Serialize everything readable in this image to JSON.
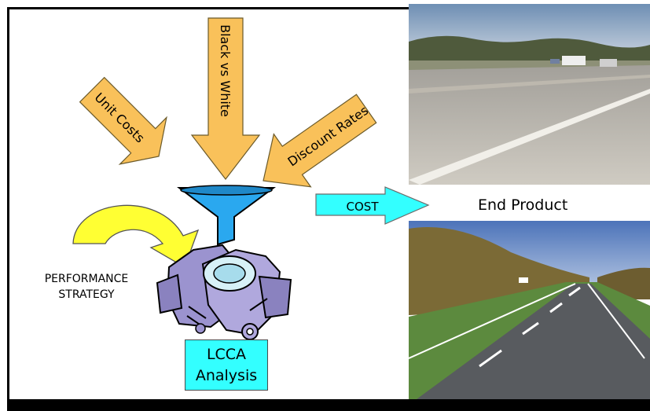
{
  "diagram": {
    "arrows": {
      "unit_costs": "Unit Costs",
      "black_vs_white": "Black vs White",
      "discount_rates": "Discount Rates",
      "cost": "COST"
    },
    "performance_strategy": [
      "PERFORMANCE",
      "STRATEGY"
    ],
    "lcca": [
      "LCCA",
      "Analysis"
    ],
    "end_product": "End Product"
  },
  "colors": {
    "input_arrow_fill": "#f9c15a",
    "cost_arrow_fill": "#33ffff",
    "funnel_fill": "#2aa8ef",
    "curved_arrow_fill": "#ffff33",
    "lcca_box_fill": "#33ffff",
    "frame": "#000000"
  },
  "icons": [
    "funnel-icon",
    "engine-icon"
  ]
}
